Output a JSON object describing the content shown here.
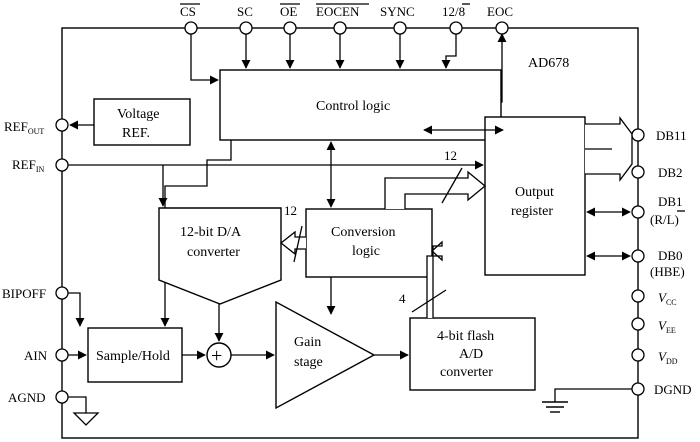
{
  "chip": {
    "name": "AD678"
  },
  "top_pins": [
    {
      "id": "cs",
      "label": "CS",
      "overline": true
    },
    {
      "id": "sc",
      "label": "SC",
      "overline": false
    },
    {
      "id": "oe",
      "label": "OE",
      "overline": true
    },
    {
      "id": "eocen",
      "label": "EOCEN",
      "overline": true
    },
    {
      "id": "sync",
      "label": "SYNC",
      "overline": false
    },
    {
      "id": "12-8",
      "label": "12/8",
      "overline": false,
      "overline_part": "8"
    },
    {
      "id": "eoc",
      "label": "EOC",
      "overline": false
    }
  ],
  "left_pins": [
    {
      "id": "ref-out",
      "label": "REF",
      "sub": "OUT"
    },
    {
      "id": "ref-in",
      "label": "REF",
      "sub": "IN"
    },
    {
      "id": "bipoff",
      "label": "BIPOFF"
    },
    {
      "id": "ain",
      "label": "AIN"
    },
    {
      "id": "agnd",
      "label": "AGND"
    }
  ],
  "right_pins": [
    {
      "id": "db11",
      "label": "DB11"
    },
    {
      "id": "db2",
      "label": "DB2"
    },
    {
      "id": "db1",
      "label": "DB1",
      "label2": "(R/L)",
      "overline_part": "L"
    },
    {
      "id": "db0",
      "label": "DB0",
      "label2": "(HBE)"
    },
    {
      "id": "vcc",
      "label": "V",
      "sub": "CC"
    },
    {
      "id": "vee",
      "label": "V",
      "sub": "EE"
    },
    {
      "id": "vdd",
      "label": "V",
      "sub": "DD"
    },
    {
      "id": "dgnd",
      "label": "DGND"
    }
  ],
  "blocks": {
    "control_logic": "Control logic",
    "voltage_ref_line1": "Voltage",
    "voltage_ref_line2": "REF.",
    "dac_line1": "12-bit D/A",
    "dac_line2": "converter",
    "conversion_line1": "Conversion",
    "conversion_line2": "logic",
    "output_line1": "Output",
    "output_line2": "register",
    "sample_hold": "Sample/Hold",
    "gain_line1": "Gain",
    "gain_line2": "stage",
    "flash_line1": "4-bit flash",
    "flash_line2": "A/D",
    "flash_line3": "converter",
    "summer_symbol": "+"
  },
  "bus_labels": {
    "to_output": "12",
    "to_dac": "12",
    "flash_bus": "4"
  }
}
